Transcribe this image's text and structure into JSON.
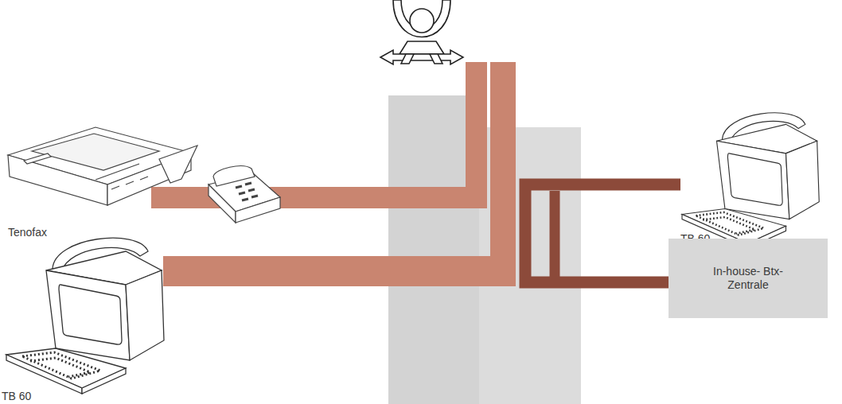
{
  "diagram": {
    "nodes": [
      {
        "text": [
          "Tenofax"
        ]
      },
      {
        "text": [
          "TB 60"
        ]
      },
      {
        "text": [
          "In-house- Btx-Zentrale"
        ]
      },
      {
        "text": [
          "TB 60"
        ]
      }
    ],
    "edges": [
      {
        "from": 1,
        "to": 2,
        "arrow": "none"
      }
    ]
  }
}
